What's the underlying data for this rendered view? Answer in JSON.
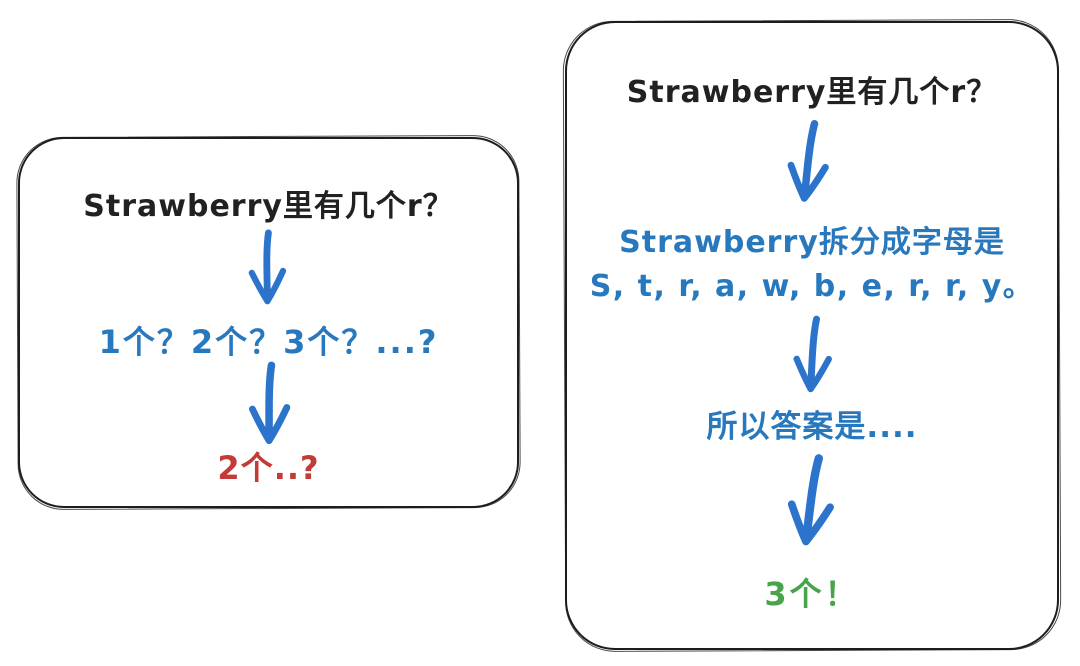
{
  "colors": {
    "background": "#ffffff",
    "card_border": "#1d1d1d",
    "title_text": "#212121",
    "blue_text": "#2878BE",
    "arrow_blue": "#2C74CB",
    "red_text": "#C23B36",
    "green_text": "#47A44B"
  },
  "left_card": {
    "title": "Strawberry里有几个r？",
    "step1": "1个？2个？3个？...?",
    "answer": "2个..?"
  },
  "right_card": {
    "title": "Strawberry里有几个r？",
    "step1_line1": "Strawberry拆分成字母是",
    "step1_line2": "S, t, r, a, w, b, e, r, r, y。",
    "step2": "所以答案是....",
    "answer": "3个！"
  }
}
